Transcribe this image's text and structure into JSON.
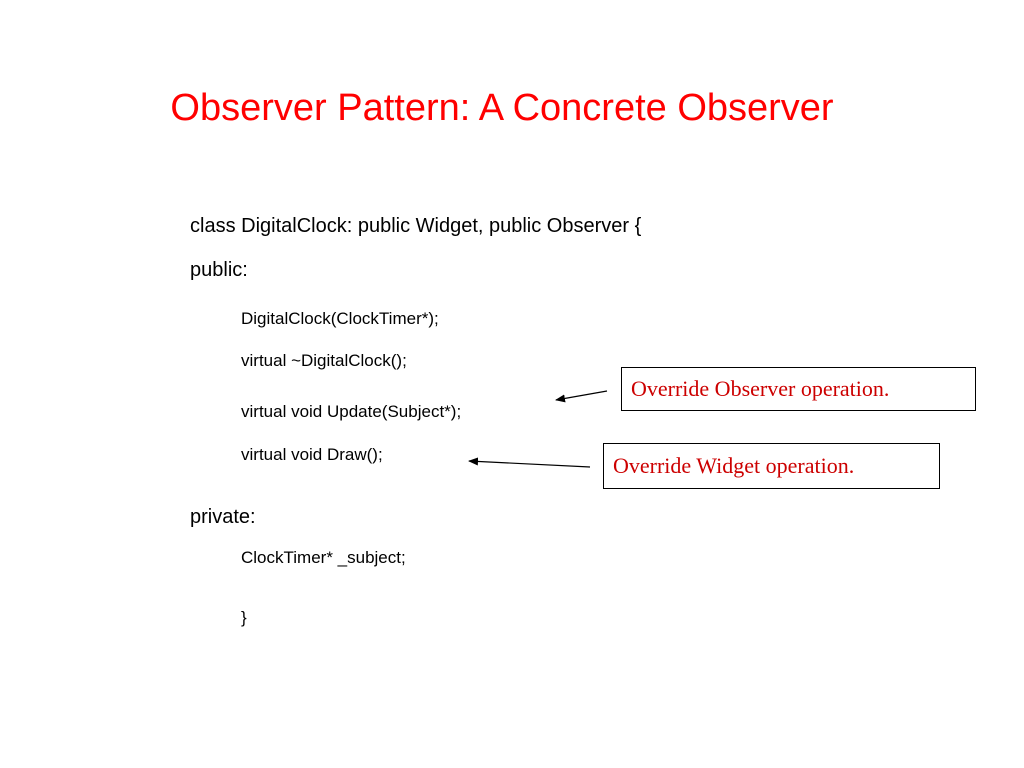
{
  "slide": {
    "title": "Observer Pattern: A Concrete Observer"
  },
  "code": {
    "class_decl": "class DigitalClock: public Widget, public Observer {",
    "public_label": "public:",
    "constructor": "DigitalClock(ClockTimer*);",
    "destructor": "virtual ~DigitalClock();",
    "update_method": "virtual void  Update(Subject*);",
    "draw_method": "virtual void  Draw();",
    "private_label": "private:",
    "subject_member": "ClockTimer* _subject;",
    "closing_brace": "}"
  },
  "callouts": {
    "observer_note": "Override Observer operation.",
    "widget_note": "Override Widget operation."
  },
  "colors": {
    "title": "#ff0000",
    "callout_text": "#cc0000",
    "text": "#000000"
  }
}
